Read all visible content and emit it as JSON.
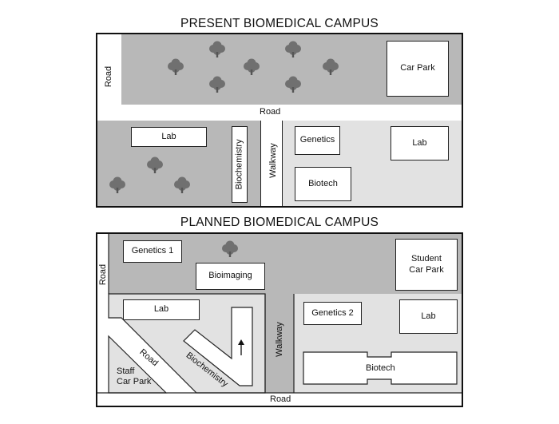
{
  "present": {
    "title": "PRESENT BIOMEDICAL CAMPUS",
    "road_vertical": "Road",
    "road_horizontal": "Road",
    "car_park": "Car Park",
    "lab_left": "Lab",
    "biochemistry": "Biochemistry",
    "walkway": "Walkway",
    "genetics": "Genetics",
    "biotech": "Biotech",
    "lab_right": "Lab"
  },
  "planned": {
    "title": "PLANNED BIOMEDICAL CAMPUS",
    "road_vertical": "Road",
    "road_diagonal": "Road",
    "road_bottom": "Road",
    "genetics_1": "Genetics 1",
    "bioimaging": "Bioimaging",
    "student_car_park_line1": "Student",
    "student_car_park_line2": "Car Park",
    "lab_left": "Lab",
    "biochemistry": "Biochemistry",
    "walkway": "Walkway",
    "staff_car_park_line1": "Staff",
    "staff_car_park_line2": "Car Park",
    "genetics_2": "Genetics 2",
    "lab_right": "Lab",
    "biotech": "Biotech"
  },
  "colors": {
    "dark_zone": "#b8b8b8",
    "light_zone": "#e2e2e2",
    "road": "#ffffff",
    "tree": "#707070"
  },
  "icons": [
    "tree-icon",
    "arrow-up-icon"
  ]
}
